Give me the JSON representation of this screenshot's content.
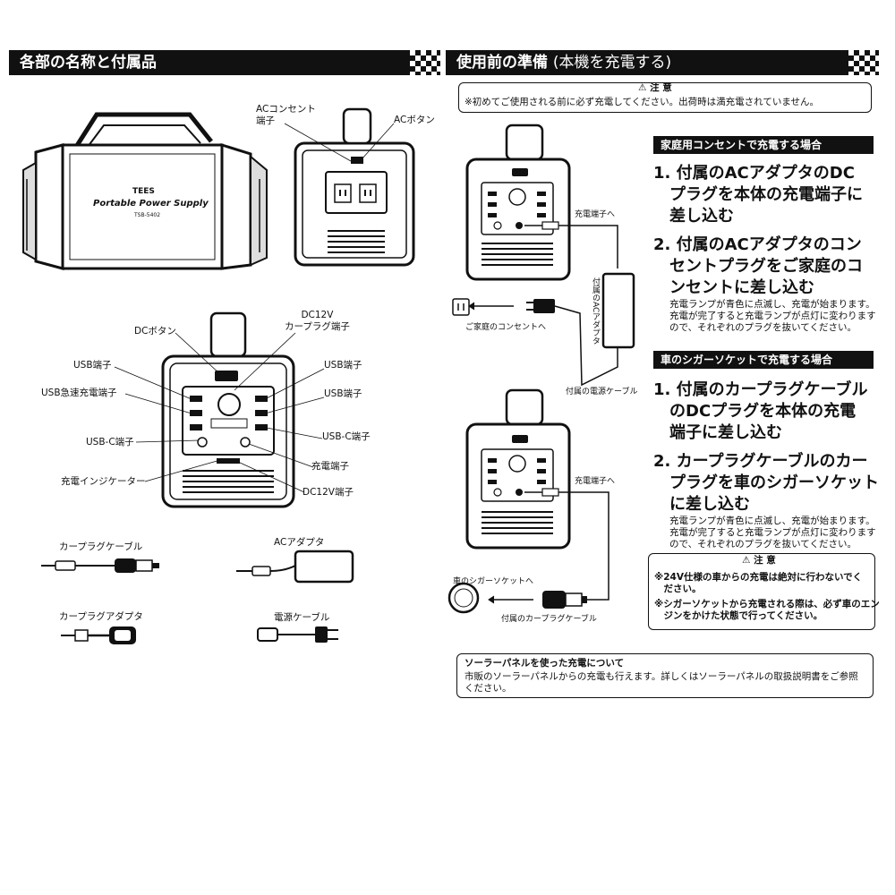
{
  "left_section": {
    "title": "各部の名称と付属品",
    "product": {
      "brand": "TEES",
      "name": "Portable Power Supply",
      "model": "TSB-5402"
    },
    "labels": {
      "ac_outlet": "ACコンセント\n端子",
      "ac_button": "ACボタン",
      "dc_button": "DCボタン",
      "dc12v_car_plug": "DC12V\nカープラグ端子",
      "usb_left": "USB端子",
      "usb_fast": "USB急速充電端子",
      "usb_c_left": "USB-C端子",
      "charge_indicator": "充電インジケーター",
      "usb_right_1": "USB端子",
      "usb_right_2": "USB端子",
      "usb_c_right": "USB-C端子",
      "charge_port": "充電端子",
      "dc12v_port": "DC12V端子"
    },
    "accessories": {
      "car_plug_cable": "カープラグケーブル",
      "ac_adapter": "ACアダプタ",
      "car_plug_adapter": "カープラグアダプタ",
      "power_cable": "電源ケーブル"
    }
  },
  "right_section": {
    "title": "使用前の準備",
    "title_sub": "(本機を充電する)",
    "caution_top": {
      "heading": "注 意",
      "text": "※初めてご使用される前に必ず充電してください。出荷時は満充電されていません。"
    },
    "home": {
      "bar": "家庭用コンセントで充電する場合",
      "step1": "1. 付属のACアダプタのDC\n　プラグを本体の充電端子に\n　差し込む",
      "step2": "2. 付属のACアダプタのコン\n　セントプラグをご家庭のコ\n　ンセントに差し込む",
      "note": "充電ランプが青色に点滅し、充電が始まります。\n充電が完了すると充電ランプが点灯に変わります\nので、それぞれのプラグを抜いてください。",
      "diagram_charge_port": "充電端子へ",
      "diagram_outlet": "ご家庭のコンセントへ",
      "diagram_adapter": "付属のACアダプタ",
      "diagram_cable": "付属の電源ケーブル"
    },
    "car": {
      "bar": "車のシガーソケットで充電する場合",
      "step1": "1. 付属のカープラグケーブル\n　のDCプラグを本体の充電\n　端子に差し込む",
      "step2": "2. カープラグケーブルのカー\n　プラグを車のシガーソケット\n　に差し込む",
      "note": "充電ランプが青色に点滅し、充電が始まります。\n充電が完了すると充電ランプが点灯に変わります\nので、それぞれのプラグを抜いてください。",
      "diagram_charge_port": "充電端子へ",
      "diagram_socket": "車のシガーソケットへ",
      "diagram_cable": "付属のカープラグケーブル"
    },
    "caution_car": {
      "heading": "注 意",
      "item1": "※24V仕様の車からの充電は絶対に行わないでく\n　ださい。",
      "item2": "※シガーソケットから充電される際は、必ず車のエン\n　ジンをかけた状態で行ってください。"
    },
    "solar": {
      "heading": "ソーラーパネルを使った充電について",
      "text": "市販のソーラーパネルからの充電も行えます。詳しくはソーラーパネルの取扱説明書をご参照\nください。"
    }
  }
}
